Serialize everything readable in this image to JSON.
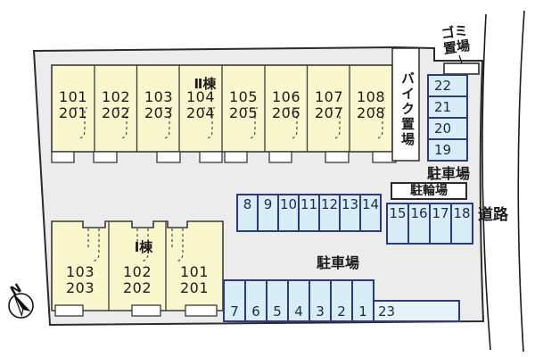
{
  "compass": {
    "north_label": "N"
  },
  "buildings": {
    "b2": {
      "name": "Ⅱ棟",
      "units": [
        {
          "f1": "101",
          "f2": "201"
        },
        {
          "f1": "102",
          "f2": "202"
        },
        {
          "f1": "103",
          "f2": "203"
        },
        {
          "f1": "104",
          "f2": "204"
        },
        {
          "f1": "105",
          "f2": "205"
        },
        {
          "f1": "106",
          "f2": "206"
        },
        {
          "f1": "107",
          "f2": "207"
        },
        {
          "f1": "108",
          "f2": "208"
        }
      ]
    },
    "b1": {
      "name": "Ⅰ棟",
      "units": [
        {
          "f1": "103",
          "f2": "203"
        },
        {
          "f1": "102",
          "f2": "202"
        },
        {
          "f1": "101",
          "f2": "201"
        }
      ]
    }
  },
  "areas": {
    "bike_storage": "バイク置場",
    "garbage_line1": "ゴミ",
    "garbage_line2": "置場",
    "bicycle_parking": "駐輪場",
    "parking_upper": "駐車場",
    "parking_middle": "駐車場",
    "road": "道路"
  },
  "parking_spaces": {
    "right_column": [
      "22",
      "21",
      "20",
      "19"
    ],
    "middle_row": [
      "8",
      "9",
      "10",
      "11",
      "12",
      "13",
      "14"
    ],
    "lower_right_row": [
      "15",
      "16",
      "17",
      "18"
    ],
    "bottom_row": [
      "7",
      "6",
      "5",
      "4",
      "3",
      "2",
      "1"
    ],
    "wide_space": "23"
  },
  "colors": {
    "site_fill": "#ececec",
    "building_fill": "#faf6cd",
    "parking_fill": "#d9edf6",
    "parking_fill_light": "#e6f2fa",
    "parking_border": "#2e3a80",
    "outline": "#2b2b2b"
  }
}
